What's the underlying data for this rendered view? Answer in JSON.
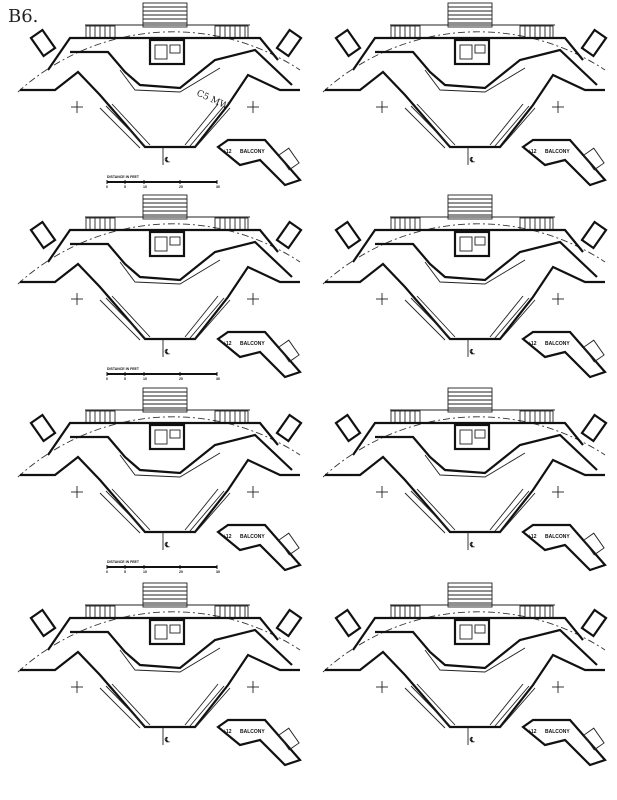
{
  "page_label": "B6.",
  "annotation": "C5 MW",
  "plan": {
    "balcony_level": "+12",
    "balcony_label": "BALCONY",
    "centerline_label": "℄",
    "scale_title": "DISTANCE IN FEET",
    "scale_ticks": [
      "0",
      "5",
      "10",
      "20",
      "30"
    ]
  },
  "tile_count": 8
}
